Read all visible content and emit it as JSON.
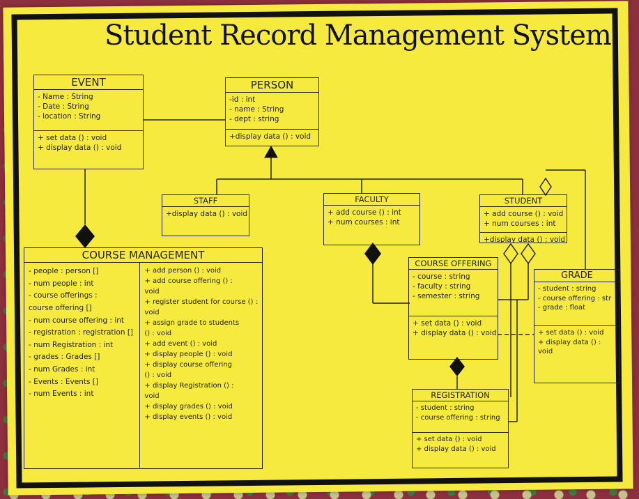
{
  "title": "Student Record Management System",
  "classes": {
    "event": {
      "name": "EVENT",
      "attributes": [
        "- Name : String",
        "- Date : String",
        "- location : String"
      ],
      "methods": [
        "+ set data () : void",
        "+ display data () : void"
      ]
    },
    "person": {
      "name": "PERSON",
      "attributes": [
        "-id : int",
        "- name : String",
        "- dept : string"
      ],
      "methods": [
        "+display data () : void"
      ]
    },
    "staff": {
      "name": "STAFF",
      "methods": [
        "+display data () : void"
      ]
    },
    "faculty": {
      "name": "FACULTY",
      "methods": [
        "+ add course () : int",
        "+ num courses : int"
      ]
    },
    "student": {
      "name": "STUDENT",
      "attributes": [
        "+ add course () : void",
        "+ num courses : int"
      ],
      "methods": [
        "+display data () : void"
      ]
    },
    "course_management": {
      "name": "COURSE MANAGEMENT",
      "attributes": [
        "- people : person []",
        "- num people : int",
        "- course offerings :",
        "      course offering []",
        "- num course offering : int",
        "- registration : registration []",
        "- num Registration : int",
        "- grades : Grades []",
        "- num Grades : int",
        "- Events : Events []",
        "- num Events : int"
      ],
      "methods": [
        "+ add person () : void",
        "+ add course offering () :",
        "      void",
        "+ register student for course () :",
        "      void",
        "+ assign grade to students",
        "   () : void",
        "+ add event () : void",
        "+ display people () : void",
        "+ display course offering",
        "   () : void",
        "+ display Registration () :",
        "   void",
        "+ display grades () : void",
        "+ display events () : void"
      ]
    },
    "course_offering": {
      "name": "COURSE OFFERING",
      "attributes": [
        "- course : string",
        "- faculty : string",
        "- semester : string"
      ],
      "methods": [
        "+ set data () : void",
        "+ display data () : void"
      ]
    },
    "grade": {
      "name": "GRADE",
      "attributes": [
        "- student : string",
        "- course offering : str",
        "- grade : float"
      ],
      "methods": [
        "+ set data () : void",
        "+ display data () :",
        "      void"
      ]
    },
    "registration": {
      "name": "REGISTRATION",
      "attributes": [
        "- student : string",
        "- course offering : string"
      ],
      "methods": [
        "+ set data () : void",
        "+ display data () : void"
      ]
    }
  }
}
